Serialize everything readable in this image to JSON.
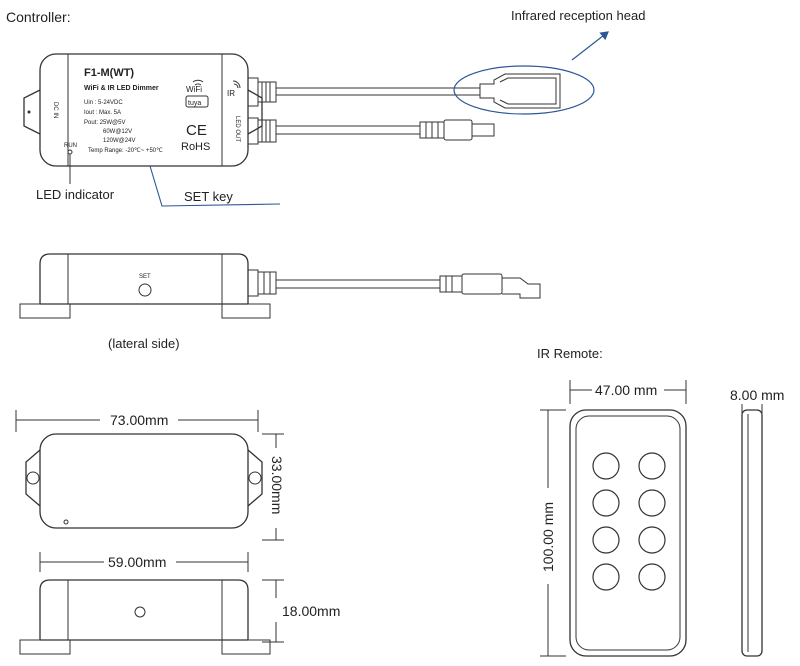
{
  "controller": {
    "section_title": "Controller:",
    "model": "F1-M(WT)",
    "product_name": "WiFi & IR LED Dimmer",
    "spec_uin": "Uin : 5-24VDC",
    "spec_iout": "Iout : Max. 5A",
    "spec_pout": "Pout: 25W@5V",
    "spec_pout_12v": "60W@12V",
    "spec_pout_24v": "120W@24V",
    "spec_temp": "Temp Range: -20℃~ +50℃",
    "wifi_label": "WiFi",
    "tuya_label": "tuya",
    "ce_mark": "CE",
    "rohs_mark": "RoHS",
    "run_label": "RUN",
    "dc_in_label": "DC IN",
    "ir_label": "IR",
    "led_out_label": "LED OUT",
    "callout_ir_head": "Infrared reception head",
    "callout_led_indicator": "LED indicator",
    "callout_set_key": "SET key"
  },
  "lateral": {
    "set_label": "SET",
    "caption": "(lateral side)"
  },
  "dimensions": {
    "length": "73.00mm",
    "width": "33.00mm",
    "inner_length": "59.00mm",
    "height": "18.00mm"
  },
  "remote": {
    "section_title": "IR Remote:",
    "width": "47.00 mm",
    "thickness": "8.00 mm",
    "height": "100.00 mm",
    "button_count": 8
  },
  "colors": {
    "callout_accent": "#2b5797",
    "outline": "#333333"
  }
}
